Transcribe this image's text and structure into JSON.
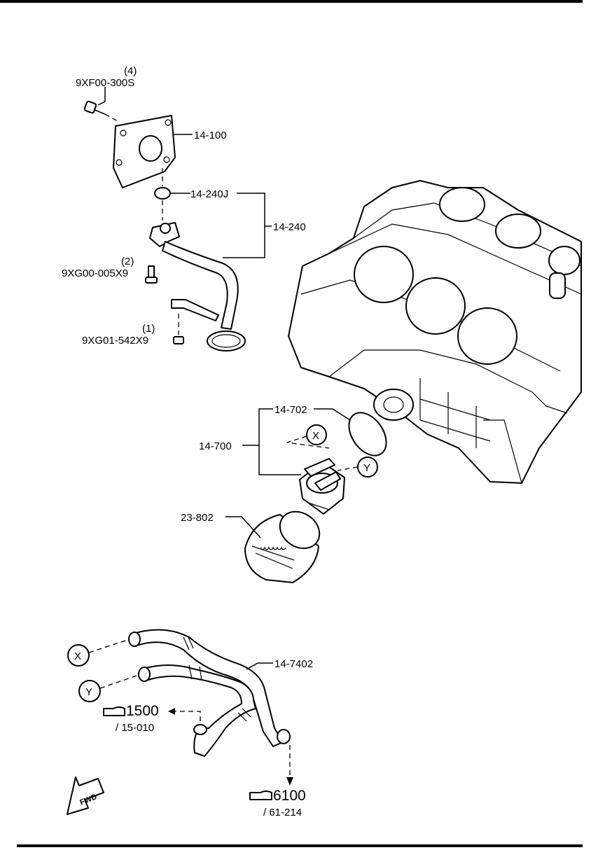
{
  "labels": {
    "oil_pump_bolt_qty": "(4)",
    "oil_pump_bolt": "9XF00-300S",
    "oil_pump": "14-100",
    "gasket": "14-240J",
    "strainer": "14-240",
    "strainer_bolt_qty": "(2)",
    "strainer_bolt": "9XG00-005X9",
    "nut_qty": "(1)",
    "nut": "9XG01-542X9",
    "oil_cooler_oring": "14-702",
    "oil_cooler": "14-700",
    "oil_filter": "23-802",
    "cooler_hose": "14-7402",
    "ref_1_number": "1500",
    "ref_1_sub": "/ 15-010",
    "ref_2_number": "6100",
    "ref_2_sub": "/ 61-214",
    "fwd": "FWD"
  },
  "connectors": {
    "x_top": "X",
    "y_top": "Y",
    "x_bottom": "X",
    "y_bottom": "Y"
  },
  "icons": [
    "hand-pointer-icon",
    "fwd-arrow-icon"
  ]
}
